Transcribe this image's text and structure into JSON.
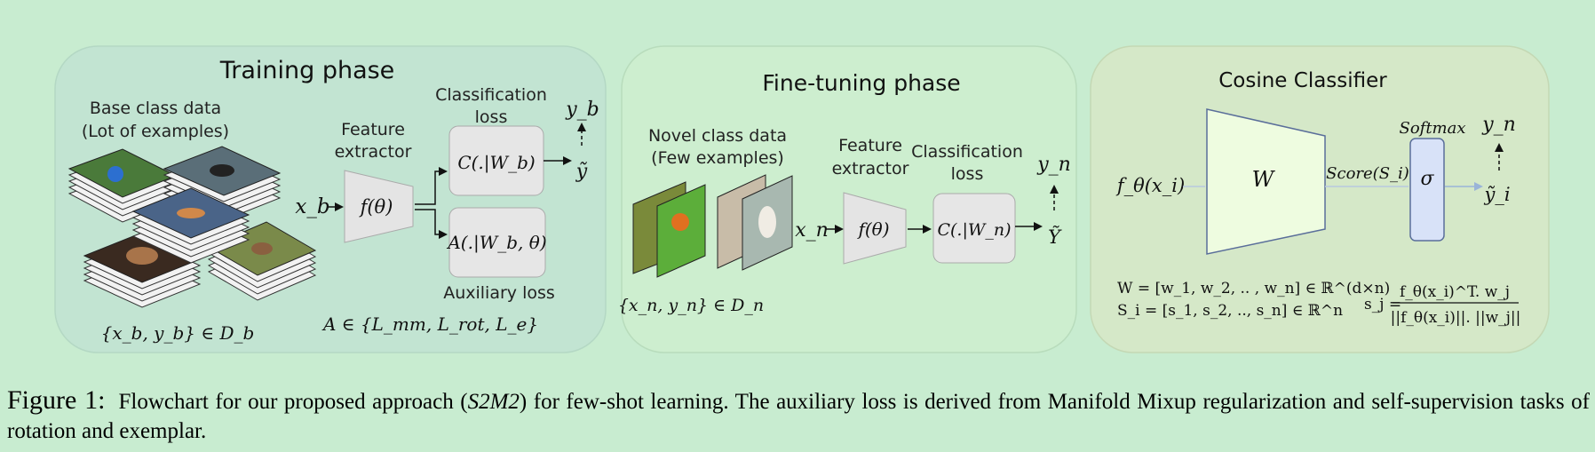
{
  "training": {
    "title": "Training phase",
    "base_line1": "Base class data",
    "base_line2": "(Lot of examples)",
    "feature_line1": "Feature",
    "feature_line2": "extractor",
    "class_loss_line1": "Classification",
    "class_loss_line2": "loss",
    "aux_loss": "Auxiliary loss",
    "input_var": "x_b",
    "f_label": "f(θ)",
    "classifier_box": "C(.|W_b)",
    "aux_box": "A(.|W_b, θ)",
    "output_top": "y_b",
    "output_pred": "ỹ",
    "dataset": "{x_b, y_b} ∈ D_b",
    "aux_set": "A ∈ {L_mm, L_rot, L_e}"
  },
  "finetune": {
    "title": "Fine-tuning phase",
    "novel_line1": "Novel class data",
    "novel_line2": "(Few examples)",
    "feature_line1": "Feature",
    "feature_line2": "extractor",
    "class_loss_line1": "Classification",
    "class_loss_line2": "loss",
    "input_var": "x_n",
    "f_label": "f(θ)",
    "classifier_box": "C(.|W_n)",
    "output_top": "y_n",
    "output_pred": "Ỹ",
    "dataset": "{x_n, y_n} ∈ D_n"
  },
  "cosine": {
    "title": "Cosine Classifier",
    "input": "f_θ(x_i)",
    "weight": "W",
    "score": "Score(S_i)",
    "softmax": "Softmax",
    "sigma": "σ",
    "output_top": "y_n",
    "output_pred": "ỹ_i",
    "eq_w": "W = [w_1, w_2, .. , w_n] ∈ ℝ^(d×n)",
    "eq_s": "S_i = [s_1, s_2, .., s_n] ∈ ℝ^n",
    "eq_sj_lhs": "s_j =",
    "eq_sj_num": "f_θ(x_i)^T. w_j",
    "eq_sj_den": "||f_θ(x_i)||. ||w_j||"
  },
  "caption": {
    "figure_label": "Figure 1:",
    "text_before": "Flowchart for our proposed approach (",
    "method": "S2M2",
    "text_after": ") for few-shot learning. The auxiliary loss is derived from Manifold Mixup regularization and self-supervision tasks of rotation and exemplar."
  },
  "colors": {
    "background": "#c8ecd0",
    "training_panel": "#c2e4d2",
    "finetune_panel": "#cdeecf",
    "cosine_panel": "#d5e8c8",
    "loss_box": "#e6e6e6",
    "trapezoid": "#e4e4e4",
    "w_block": "#eefce0",
    "sigma_box": "#d8e2f8"
  }
}
